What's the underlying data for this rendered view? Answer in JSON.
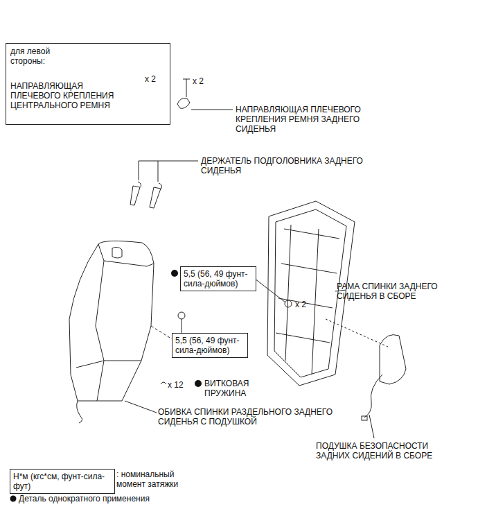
{
  "diagram": {
    "nodes": [
      {
        "text": [
          "для левой стороны:",
          "x 2",
          "НАПРАВЛЯЮЩАЯ ПЛЕЧЕВОГО КРЕПЛЕНИЯ ЦЕНТРАЛЬНОГО РЕМНЯ"
        ]
      },
      {
        "text": [
          "5,5 (56, 49 фунт-сила-дюймов)"
        ]
      },
      {
        "text": [
          "5,5 (56, 49 фунт-сила-дюймов)"
        ]
      },
      {
        "text": [
          "Н*м (кгс*см, фунт-сила-фут)"
        ]
      }
    ],
    "labels": [
      "x 2",
      "НАПРАВЛЯЮЩАЯ ПЛЕЧЕВОГО КРЕПЛЕНИЯ РЕМНЯ ЗАДНЕГО СИДЕНЬЯ",
      "ДЕРЖАТЕЛЬ ПОДГОЛОВНИКА ЗАДНЕГО СИДЕНЬЯ",
      "x 2",
      "РАМА СПИНКИ ЗАДНЕГО СИДЕНЬЯ В СБОРЕ",
      "x 12",
      "ВИТКОВАЯ ПРУЖИНА",
      "ОБИВКА СПИНКИ РАЗДЕЛЬНОГО ЗАДНЕГО СИДЕНЬЯ С ПОДУШКОЙ",
      "ПОДУШКА БЕЗОПАСНОСТИ ЗАДНИХ СИДЕНИЙ В СБОРЕ"
    ],
    "legend": [
      {
        "text": ": номинальный момент затяжки"
      },
      {
        "text": "Деталь однократного применения"
      }
    ]
  }
}
